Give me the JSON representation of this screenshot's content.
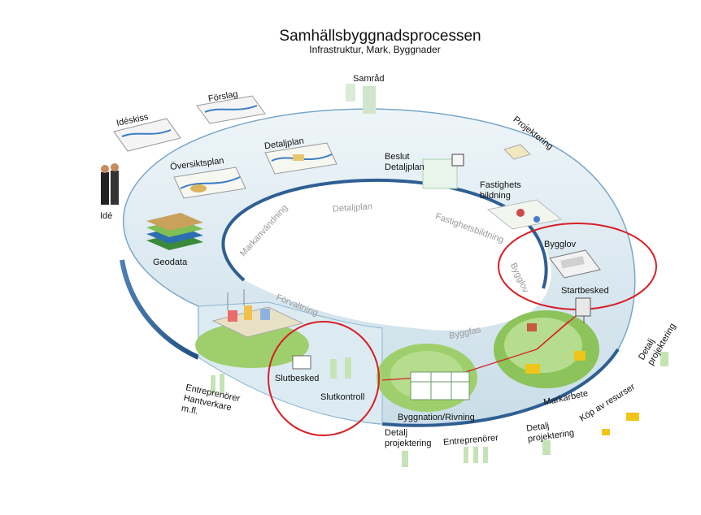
{
  "title": "Samhällsbyggnadsprocessen",
  "subtitle": "Infrastruktur, Mark, Byggnader",
  "colors": {
    "ring_light": "#dbe9f0",
    "ring_edge": "#2f5f92",
    "highlight": "#d81f26",
    "green": "#7cc24c",
    "green_light": "#b6dc8e"
  },
  "stages": {
    "ide": "Idé",
    "ideskiss": "Idéskiss",
    "forslag": "Förslag",
    "samrad": "Samråd",
    "projektering": "Projektering",
    "oversiktsplan": "Översiktsplan",
    "detaljplan": "Detaljplan",
    "beslut_detaljplan": [
      "Beslut",
      "Detaljplan"
    ],
    "fastighetsbildning": [
      "Fastighets",
      "bildning"
    ],
    "geodata": "Geodata",
    "bygglov": "Bygglov",
    "startbesked": "Startbesked",
    "detalj_projektering_right": [
      "Detalj",
      "projektering"
    ],
    "kop_av_resurser": "Köp av resurser",
    "markarbete": "Markarbete",
    "detalj_projektering_bottom_right": [
      "Detalj",
      "projektering"
    ],
    "entreprenorer": "Entreprenörer",
    "detalj_projektering_bottom": [
      "Detalj",
      "projektering"
    ],
    "byggnation_rivning": "Byggnation/Rivning",
    "slutkontroll": "Slutkontroll",
    "slutbesked": "Slutbesked",
    "entreprenorer_hantverkare": [
      "Entreprenörer",
      "Hantverkare",
      "m.fl."
    ]
  },
  "ring_labels": {
    "markanvandning": "Markanvändning",
    "detaljplan": "Detaljplan",
    "fastighetsbildning": "Fastighetsbildning",
    "bygglov": "Bygglov",
    "forvaltning": "Förvaltning",
    "byggfas": "Byggfas"
  }
}
